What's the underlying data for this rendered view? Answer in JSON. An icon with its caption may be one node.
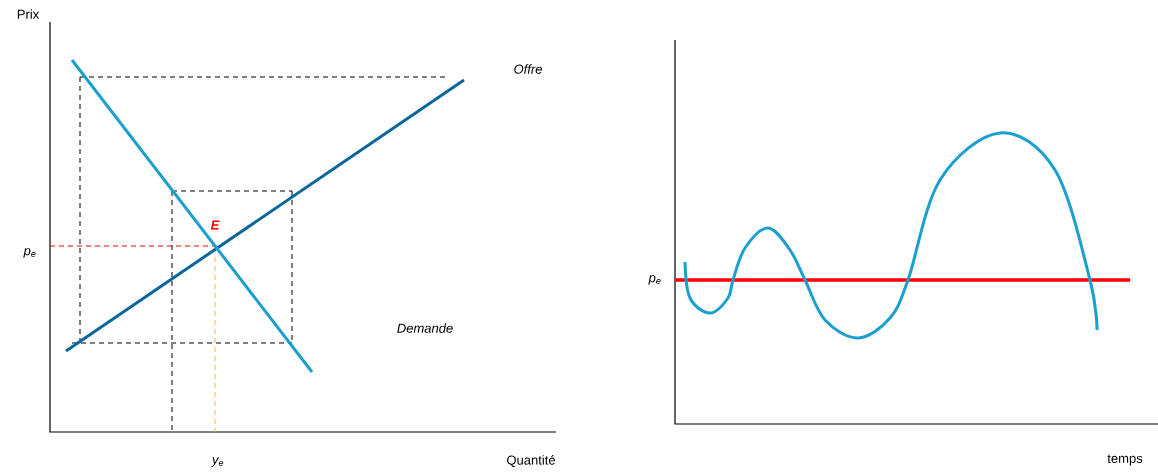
{
  "diagram": {
    "labels": [
      "Prix",
      "Offre",
      "E",
      "p$_{e}$",
      "Demande",
      "y$_{e}$",
      "Quantité",
      "p$_{e}$",
      "temps"
    ]
  }
}
